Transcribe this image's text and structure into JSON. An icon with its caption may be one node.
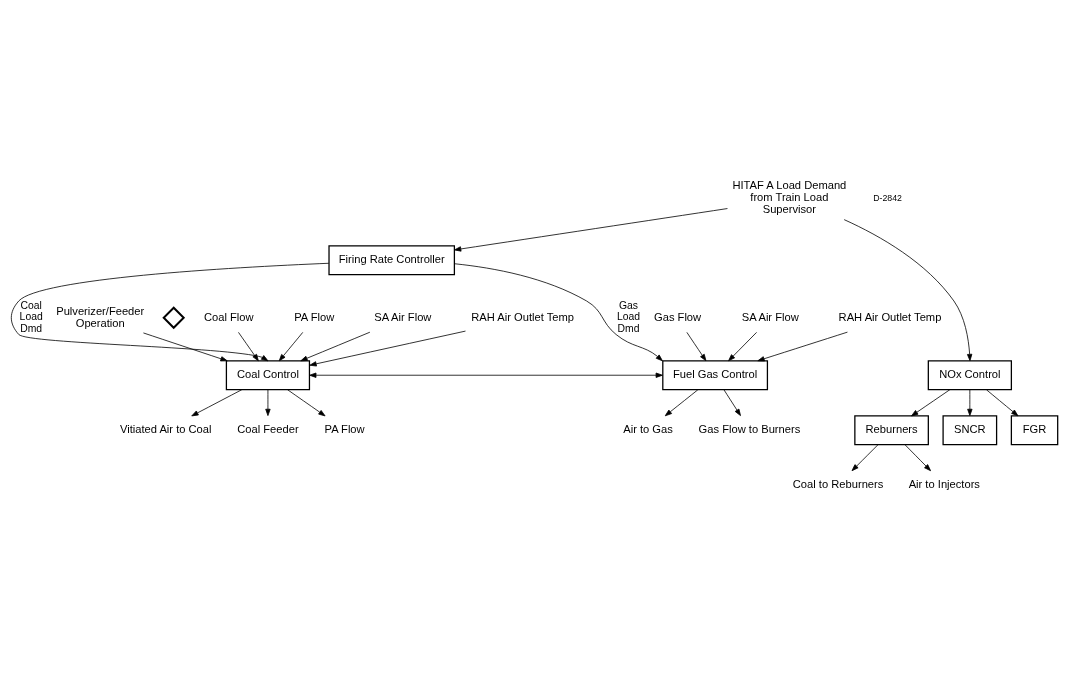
{
  "diagram": {
    "nodes": [
      {
        "text": [
          "HITAF A Load Demand from Train Load Supervisor"
        ]
      },
      {
        "text": [
          "Firing Rate Controller"
        ]
      },
      {
        "text": [],
        "shape": "diamond"
      },
      {
        "text": [
          "Coal Control"
        ]
      },
      {
        "text": [
          "Fuel Gas Control"
        ]
      },
      {
        "text": [
          "NOx Control"
        ]
      },
      {
        "text": [
          "Reburners"
        ]
      },
      {
        "text": [
          "SNCR"
        ]
      },
      {
        "text": [
          "FGR"
        ]
      },
      {
        "text": [
          "Pulverizer/Feeder Operation"
        ]
      },
      {
        "text": [
          "Coal Flow"
        ]
      },
      {
        "text": [
          "PA Flow"
        ]
      },
      {
        "text": [
          "SA Air Flow"
        ]
      },
      {
        "text": [
          "RAH Air Outlet Temp"
        ]
      },
      {
        "text": [
          "Gas Flow"
        ]
      },
      {
        "text": [
          "SA Air Flow"
        ]
      },
      {
        "text": [
          "RAH Air Outlet Temp"
        ]
      },
      {
        "text": [
          "Coal Feeder"
        ]
      },
      {
        "text": [
          "PA Flow"
        ]
      },
      {
        "text": [
          "Vitiated Air to Coal"
        ]
      },
      {
        "text": [
          "Air to Gas"
        ]
      },
      {
        "text": [
          "Gas Flow to Burners"
        ]
      },
      {
        "text": [
          "Coal to Reburners"
        ]
      },
      {
        "text": [
          "Air to Injectors"
        ]
      }
    ],
    "edges": [
      {
        "from": 0,
        "to": 1,
        "arrow": "to"
      },
      {
        "from": 0,
        "to": 5,
        "arrow": "to"
      },
      {
        "from": 1,
        "to": 3,
        "arrow": "to",
        "label": "Coal Load Dmd"
      },
      {
        "from": 1,
        "to": 4,
        "arrow": "to",
        "label": "Gas Load Dmd"
      },
      {
        "from": 3,
        "to": 4,
        "arrow": "both"
      },
      {
        "from": 9,
        "to": 3,
        "arrow": "to"
      },
      {
        "from": 10,
        "to": 3,
        "arrow": "to"
      },
      {
        "from": 11,
        "to": 3,
        "arrow": "to"
      },
      {
        "from": 12,
        "to": 3,
        "arrow": "to"
      },
      {
        "from": 13,
        "to": 3,
        "arrow": "to"
      },
      {
        "from": 14,
        "to": 4,
        "arrow": "to"
      },
      {
        "from": 15,
        "to": 4,
        "arrow": "to"
      },
      {
        "from": 16,
        "to": 4,
        "arrow": "to"
      },
      {
        "from": 3,
        "to": 17,
        "arrow": "to"
      },
      {
        "from": 3,
        "to": 18,
        "arrow": "to"
      },
      {
        "from": 3,
        "to": 19,
        "arrow": "to"
      },
      {
        "from": 4,
        "to": 20,
        "arrow": "to"
      },
      {
        "from": 4,
        "to": 21,
        "arrow": "to"
      },
      {
        "from": 5,
        "to": 6,
        "arrow": "to"
      },
      {
        "from": 5,
        "to": 7,
        "arrow": "to"
      },
      {
        "from": 5,
        "to": 8,
        "arrow": "to"
      },
      {
        "from": 6,
        "to": 22,
        "arrow": "to"
      },
      {
        "from": 6,
        "to": 23,
        "arrow": "to"
      }
    ],
    "labels": [
      "D-2842"
    ]
  }
}
